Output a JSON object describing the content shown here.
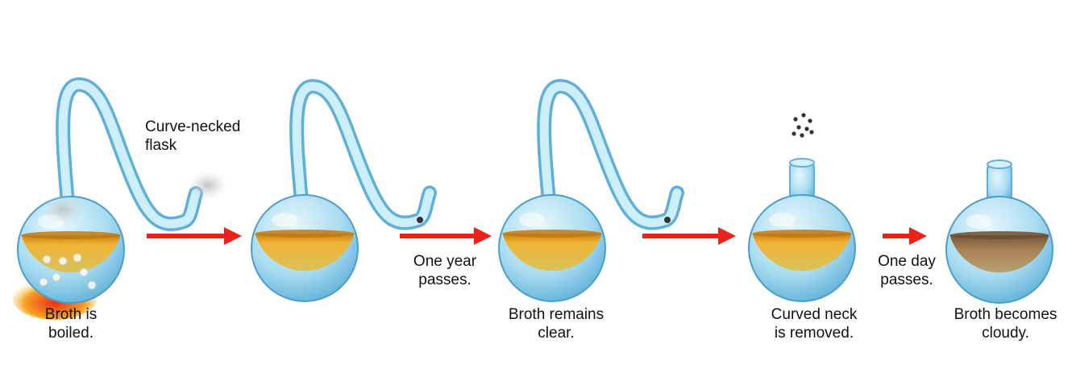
{
  "steps": [
    {
      "label": "Broth is\nboiled.",
      "flask": "curve-necked",
      "broth": "clear",
      "heated": true
    },
    {
      "label": "",
      "flask": "curve-necked",
      "broth": "clear"
    },
    {
      "label": "Broth remains\nclear.",
      "flask": "curve-necked",
      "broth": "clear"
    },
    {
      "label": "Curved neck\nis removed.",
      "flask": "straight-necked",
      "broth": "clear"
    },
    {
      "label": "Broth becomes\ncloudy.",
      "flask": "straight-necked",
      "broth": "cloudy"
    }
  ],
  "callout": {
    "text": "Curve-necked\nflask"
  },
  "transitions": [
    {
      "label": ""
    },
    {
      "label": "One year\npasses."
    },
    {
      "label": ""
    },
    {
      "label": "One day\npasses."
    }
  ],
  "colors": {
    "arrow": "#e8231b",
    "glass": "#7ec8e8",
    "broth": "#e3a326",
    "cloudy_broth": "#8a6a4a",
    "flame": "#e8301a"
  }
}
